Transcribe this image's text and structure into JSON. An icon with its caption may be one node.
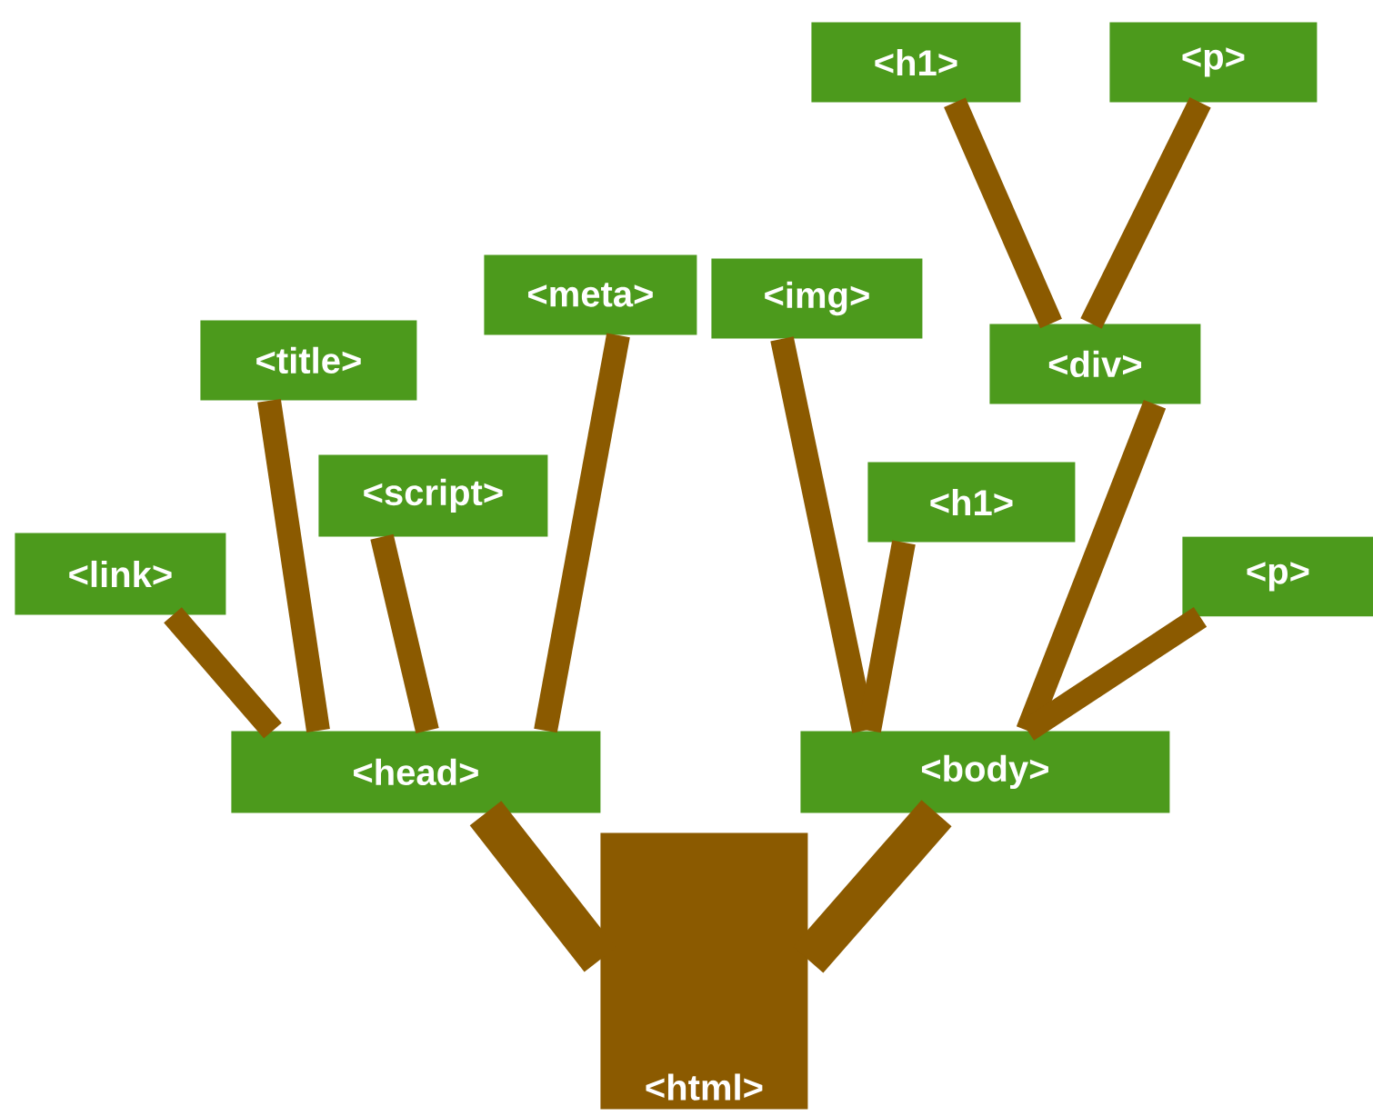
{
  "diagram": {
    "nodes": [
      {
        "text": [
          "<html>"
        ]
      },
      {
        "text": [
          "<head>"
        ]
      },
      {
        "text": [
          "<body>"
        ]
      },
      {
        "text": [
          "<link>"
        ]
      },
      {
        "text": [
          "<title>"
        ]
      },
      {
        "text": [
          "<script>"
        ]
      },
      {
        "text": [
          "<meta>"
        ]
      },
      {
        "text": [
          "<img>"
        ]
      },
      {
        "text": [
          "<h1>"
        ]
      },
      {
        "text": [
          "<div>"
        ]
      },
      {
        "text": [
          "<p>"
        ]
      },
      {
        "text": [
          "<h1>"
        ]
      },
      {
        "text": [
          "<p>"
        ]
      }
    ],
    "edges": [
      {
        "from": 0,
        "to": 1,
        "arrow": "none"
      },
      {
        "from": 0,
        "to": 2,
        "arrow": "none"
      },
      {
        "from": 1,
        "to": 3,
        "arrow": "none"
      },
      {
        "from": 1,
        "to": 4,
        "arrow": "none"
      },
      {
        "from": 1,
        "to": 5,
        "arrow": "none"
      },
      {
        "from": 1,
        "to": 6,
        "arrow": "none"
      },
      {
        "from": 2,
        "to": 7,
        "arrow": "none"
      },
      {
        "from": 2,
        "to": 8,
        "arrow": "none"
      },
      {
        "from": 2,
        "to": 9,
        "arrow": "none"
      },
      {
        "from": 2,
        "to": 10,
        "arrow": "none"
      },
      {
        "from": 9,
        "to": 11,
        "arrow": "none"
      },
      {
        "from": 9,
        "to": 12,
        "arrow": "none"
      }
    ]
  }
}
